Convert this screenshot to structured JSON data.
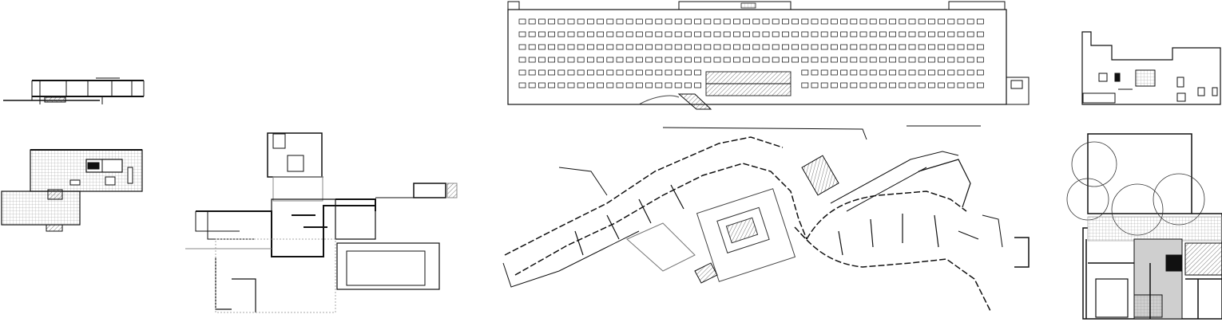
{
  "sheet": {
    "background": "#ffffff",
    "ink": "#111111",
    "fill_gray": "#cfcfcf",
    "drawings": [
      {
        "id": "glass-house-elevation",
        "kind": "elevation"
      },
      {
        "id": "glass-house-plan",
        "kind": "plan"
      },
      {
        "id": "pavilion-house-plan",
        "kind": "plan"
      },
      {
        "id": "long-block-elevation",
        "kind": "elevation"
      },
      {
        "id": "curved-block-plan",
        "kind": "plan"
      },
      {
        "id": "townhouse-elevation",
        "kind": "elevation"
      },
      {
        "id": "townhouse-garden-plan",
        "kind": "plan"
      }
    ]
  }
}
